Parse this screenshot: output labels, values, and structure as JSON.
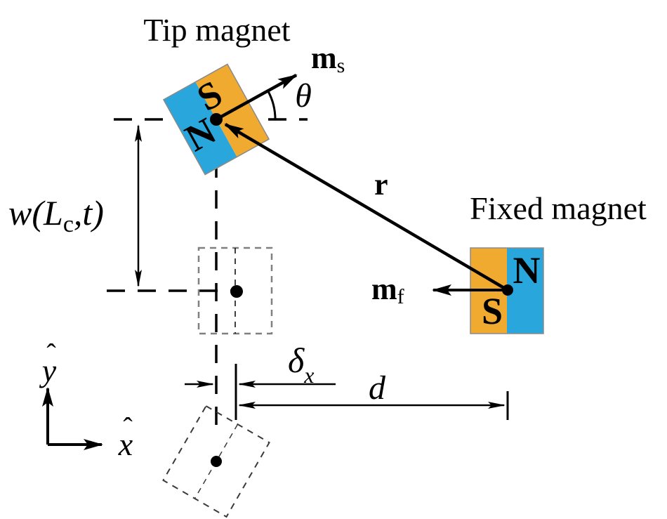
{
  "diagram": {
    "colors": {
      "north_pole_blue": "#29A7DC",
      "south_pole_orange": "#F0AA30",
      "line_black": "#000000",
      "outline_gray": "#808080"
    },
    "tip_magnet": {
      "label": "Tip magnet",
      "north": "N",
      "south": "S"
    },
    "fixed_magnet": {
      "label": "Fixed magnet",
      "north": "N",
      "south": "S"
    },
    "vectors": {
      "ms": {
        "base": "m",
        "sub": "s"
      },
      "mf": {
        "base": "m",
        "sub": "f"
      },
      "r": "r"
    },
    "angle_theta": "θ",
    "dimensions": {
      "w": {
        "pre": "w(L",
        "sub": "c",
        "post": ",t)"
      },
      "delta": {
        "base": "δ",
        "sub": "x"
      },
      "d": "d"
    },
    "axes": {
      "x_letter": "x",
      "y_letter": "y",
      "hat": "ˆ"
    }
  }
}
